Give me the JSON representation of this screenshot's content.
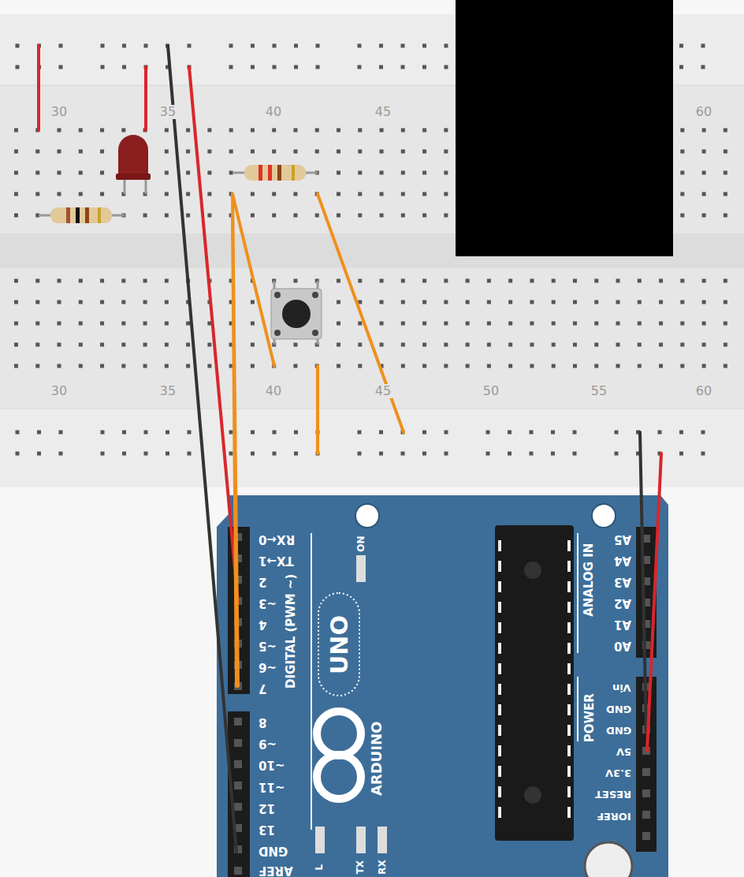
{
  "diagram": {
    "labels": [
      "30",
      "35",
      "40",
      "45",
      "60",
      "30",
      "35",
      "40",
      "45",
      "50",
      "55",
      "60",
      "RX←0",
      "TX→1",
      "2",
      "~3",
      "4",
      "~5",
      "~6",
      "7",
      "8",
      "~9",
      "~10",
      "~11",
      "12",
      "13",
      "GND",
      "AREF",
      "DIGITAL (PWM ~)",
      "ON",
      "UNO",
      "ARDUINO",
      "L",
      "TX",
      "RX",
      "ANALOG IN",
      "A5",
      "A4",
      "A3",
      "A2",
      "A1",
      "A0",
      "POWER",
      "Vin",
      "GND",
      "GND",
      "5V",
      "3.3V",
      "RESET",
      "IOREF"
    ]
  }
}
